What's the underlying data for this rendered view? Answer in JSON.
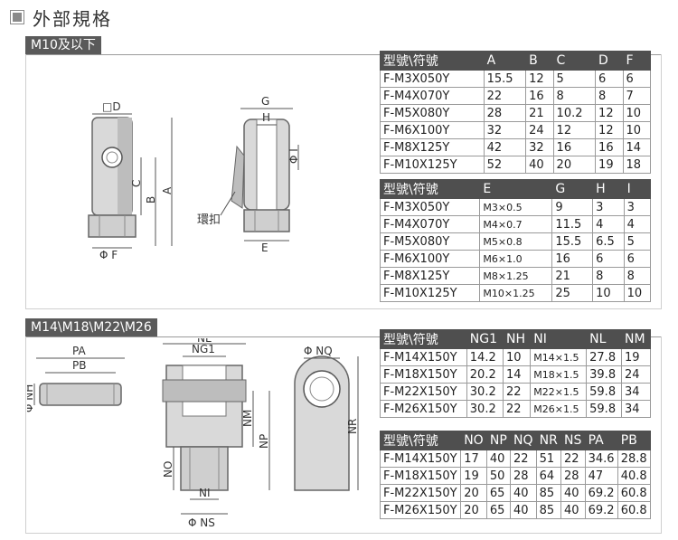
{
  "page_title": "外部規格",
  "sections": {
    "top_tag": "M10及以下",
    "bottom_tag": "M14\\M18\\M22\\M26"
  },
  "drawing_labels": {
    "top": {
      "d": "□D",
      "c": "C",
      "b": "B",
      "a": "A",
      "f": "Φ F",
      "g": "G",
      "h": "H",
      "i": "Φ I",
      "e": "E",
      "clip": "環扣"
    },
    "bottom": {
      "pa": "PA",
      "pb": "PB",
      "nh": "Φ NH",
      "nl": "NL",
      "ng1": "NG1",
      "nm": "NM",
      "np": "NP",
      "no": "NO",
      "ni": "NI",
      "ns": "Φ NS",
      "nq": "Φ NQ",
      "nr": "NR"
    }
  },
  "table1": {
    "headers": [
      "型號\\符號",
      "A",
      "B",
      "C",
      "D",
      "F"
    ],
    "rows": [
      [
        "F-M3X050Y",
        "15.5",
        "12",
        "5",
        "6",
        "6"
      ],
      [
        "F-M4X070Y",
        "22",
        "16",
        "8",
        "8",
        "7"
      ],
      [
        "F-M5X080Y",
        "28",
        "21",
        "10.2",
        "12",
        "10"
      ],
      [
        "F-M6X100Y",
        "32",
        "24",
        "12",
        "12",
        "10"
      ],
      [
        "F-M8X125Y",
        "42",
        "32",
        "16",
        "16",
        "14"
      ],
      [
        "F-M10X125Y",
        "52",
        "40",
        "20",
        "19",
        "18"
      ]
    ]
  },
  "table2": {
    "headers": [
      "型號\\符號",
      "E",
      "G",
      "H",
      "I"
    ],
    "rows": [
      [
        "F-M3X050Y",
        "M3×0.5",
        "9",
        "3",
        "3"
      ],
      [
        "F-M4X070Y",
        "M4×0.7",
        "11.5",
        "4",
        "4"
      ],
      [
        "F-M5X080Y",
        "M5×0.8",
        "15.5",
        "6.5",
        "5"
      ],
      [
        "F-M6X100Y",
        "M6×1.0",
        "16",
        "6",
        "6"
      ],
      [
        "F-M8X125Y",
        "M8×1.25",
        "21",
        "8",
        "8"
      ],
      [
        "F-M10X125Y",
        "M10×1.25",
        "25",
        "10",
        "10"
      ]
    ]
  },
  "table3": {
    "headers": [
      "型號\\符號",
      "NG1",
      "NH",
      "NI",
      "NL",
      "NM"
    ],
    "rows": [
      [
        "F-M14X150Y",
        "14.2",
        "10",
        "M14×1.5",
        "27.8",
        "19"
      ],
      [
        "F-M18X150Y",
        "20.2",
        "14",
        "M18×1.5",
        "39.8",
        "24"
      ],
      [
        "F-M22X150Y",
        "30.2",
        "22",
        "M22×1.5",
        "59.8",
        "34"
      ],
      [
        "F-M26X150Y",
        "30.2",
        "22",
        "M26×1.5",
        "59.8",
        "34"
      ]
    ]
  },
  "table4": {
    "headers": [
      "型號\\符號",
      "NO",
      "NP",
      "NQ",
      "NR",
      "NS",
      "PA",
      "PB"
    ],
    "rows": [
      [
        "F-M14X150Y",
        "17",
        "40",
        "22",
        "51",
        "22",
        "34.6",
        "28.8"
      ],
      [
        "F-M18X150Y",
        "19",
        "50",
        "28",
        "64",
        "28",
        "47",
        "40.8"
      ],
      [
        "F-M22X150Y",
        "20",
        "65",
        "40",
        "85",
        "40",
        "69.2",
        "60.8"
      ],
      [
        "F-M26X150Y",
        "20",
        "65",
        "40",
        "85",
        "40",
        "69.2",
        "60.8"
      ]
    ]
  }
}
